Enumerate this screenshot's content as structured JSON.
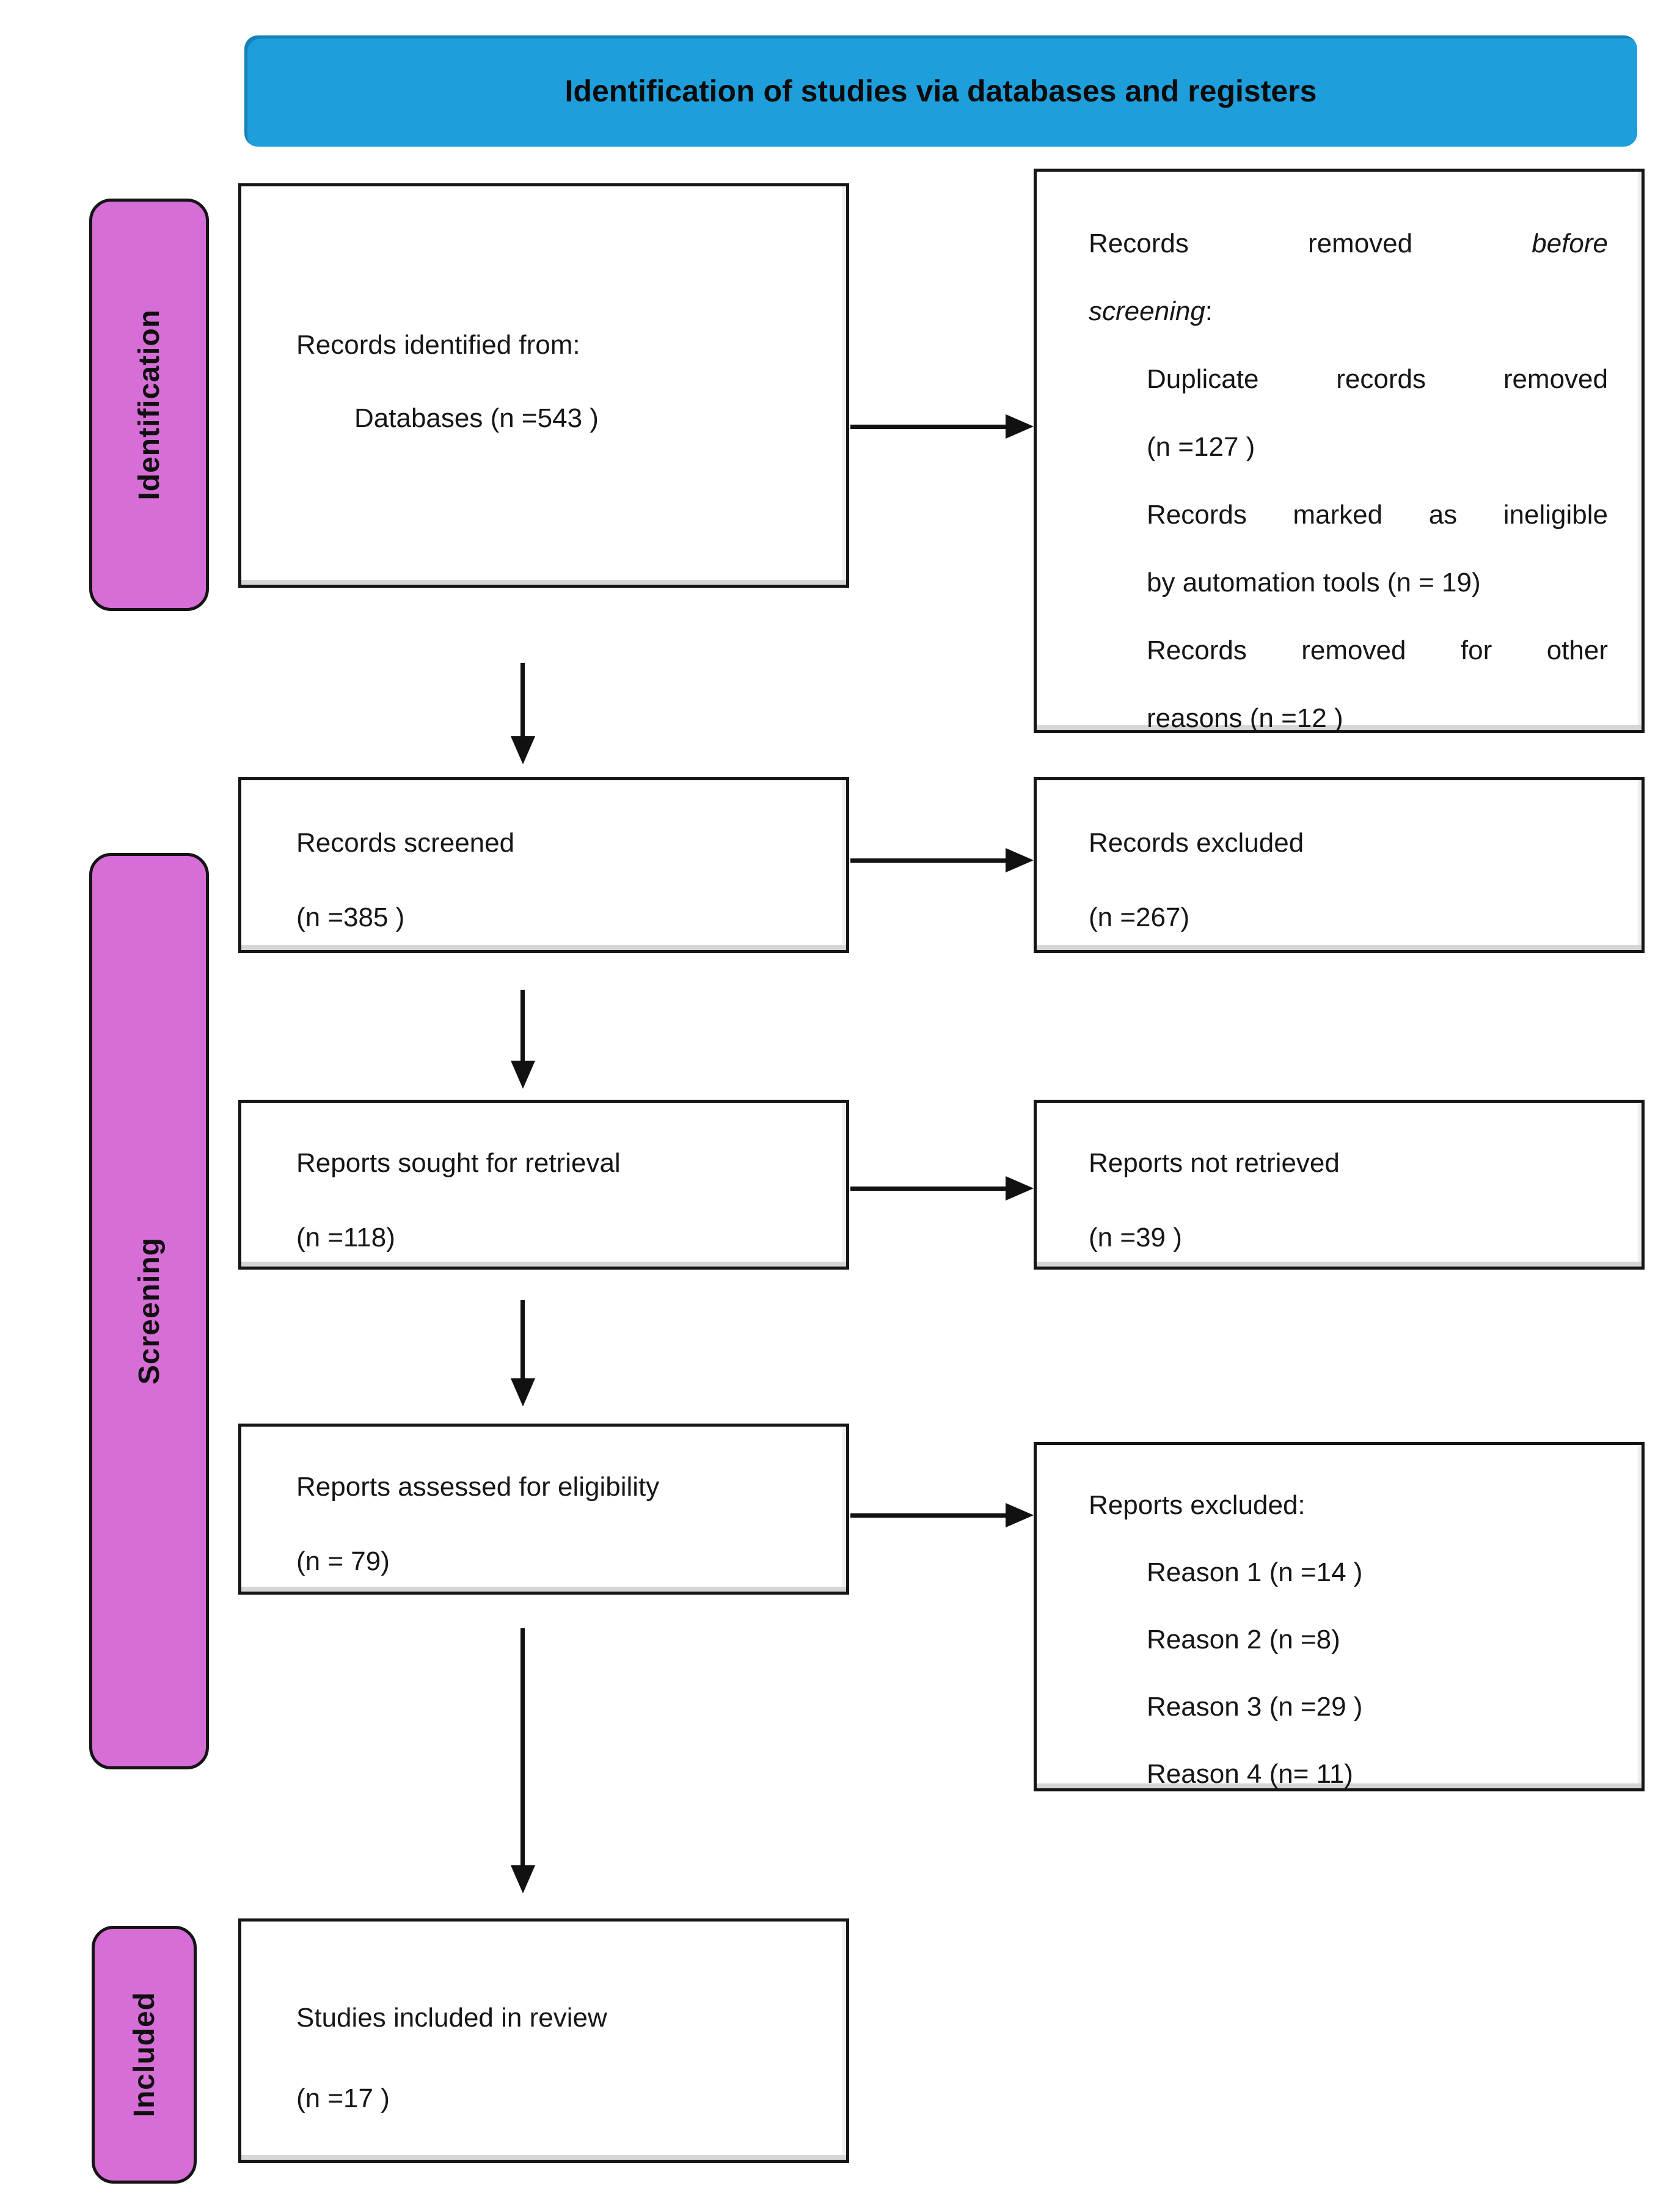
{
  "title": "Identification of studies via databases and registers",
  "colors": {
    "banner_blue": "#1E9FDB",
    "stage_pink": "#D76ED7",
    "line_black": "#111111"
  },
  "stages": {
    "identification": "Identification",
    "screening": "Screening",
    "included": "Included"
  },
  "boxes": {
    "records_identified": {
      "lines": [
        {
          "t": "Records identified from:"
        },
        {
          "t": "Databases (n =543 )",
          "ind": 95
        }
      ]
    },
    "records_removed": {
      "lines": [
        {
          "seg": [
            {
              "t": "Records"
            },
            {
              "t": "removed"
            },
            {
              "t": "before",
              "i": true
            }
          ],
          "j": true
        },
        {
          "seg": [
            {
              "t": "screening",
              "i": true
            },
            {
              "t": ":"
            }
          ]
        },
        {
          "t": "Duplicate records removed",
          "ind": 95,
          "j": true
        },
        {
          "t": "(n =127 )",
          "ind": 95
        },
        {
          "t": "Records marked as ineligible",
          "ind": 95,
          "j": true
        },
        {
          "t": "by automation tools (n = 19)",
          "ind": 95
        },
        {
          "t": "Records removed for other",
          "ind": 95,
          "j": true
        },
        {
          "t": "reasons (n =12 )",
          "ind": 95
        }
      ]
    },
    "records_screened": {
      "lines": [
        {
          "t": "Records screened"
        },
        {
          "t": "(n =385 )"
        }
      ]
    },
    "records_excluded": {
      "lines": [
        {
          "t": "Records excluded"
        },
        {
          "t": "(n =267)"
        }
      ]
    },
    "reports_sought": {
      "lines": [
        {
          "t": "Reports sought for retrieval"
        },
        {
          "t": "(n =118)"
        }
      ]
    },
    "reports_not_retrieved": {
      "lines": [
        {
          "t": "Reports not retrieved"
        },
        {
          "t": "(n =39 )"
        }
      ]
    },
    "reports_assessed": {
      "lines": [
        {
          "t": "Reports assessed for eligibility"
        },
        {
          "t": "(n = 79)"
        }
      ]
    },
    "reports_excluded": {
      "lines": [
        {
          "t": "Reports excluded:"
        },
        {
          "t": "Reason 1 (n =14 )",
          "ind": 95
        },
        {
          "t": "Reason 2 (n =8)",
          "ind": 95
        },
        {
          "t": "Reason 3 (n =29 )",
          "ind": 95
        },
        {
          "t": "Reason 4 (n= 11)",
          "ind": 95
        }
      ]
    },
    "studies_included": {
      "lines": [
        {
          "t": "Studies included in review"
        },
        {
          "t": "(n =17 )"
        }
      ]
    }
  }
}
